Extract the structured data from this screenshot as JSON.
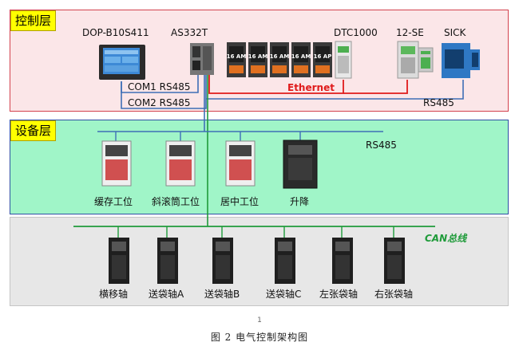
{
  "layers": {
    "control": "控制层",
    "device": "设备层"
  },
  "control": {
    "hmi": "DOP-B10S411",
    "plc": "AS332T",
    "modules": [
      "16 AM",
      "16 AM",
      "16 AM",
      "16 AM",
      "16 AP"
    ],
    "dtc": "DTC1000",
    "remote_io": "12-SE",
    "sensor": "SICK",
    "com1": "COM1 RS485",
    "com2": "COM2 RS485",
    "ethernet": "Ethernet",
    "rs485_right": "RS485"
  },
  "device": {
    "bus": "RS485",
    "drives": [
      "缓存工位",
      "斜滚筒工位",
      "居中工位",
      "升降"
    ]
  },
  "actuator": {
    "bus": "CAN总线",
    "servos": [
      "横移轴",
      "送袋轴A",
      "送袋轴B",
      "送袋轴C",
      "左张袋轴",
      "右张袋轴"
    ]
  },
  "page_number": "1",
  "caption": "图 2   电气控制架构图",
  "colors": {
    "ethernet": "#e01b1b",
    "rs485": "#3e6fb6",
    "can": "#1f9b3a"
  }
}
